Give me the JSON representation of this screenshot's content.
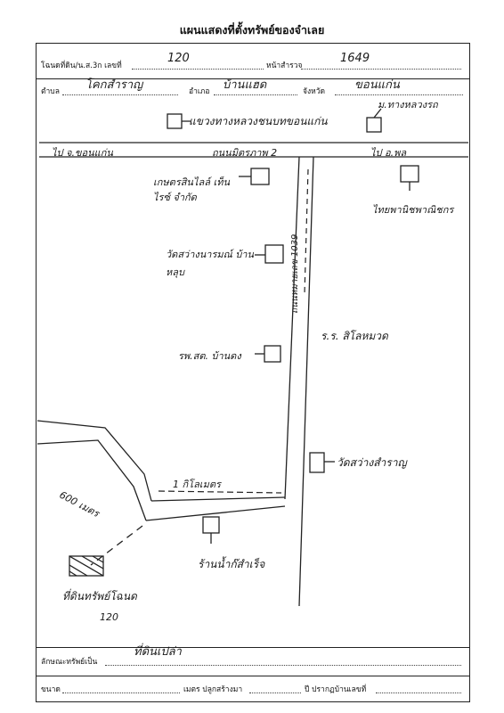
{
  "form": {
    "title": "แผนแสดงที่ตั้งทรัพย์ของจำเลย",
    "deed_label": "โฉนดที่ดิน/น.ส.3ก เลขที่",
    "deed_no": "120",
    "survey_label": "หน้าสำรวจ",
    "survey_no": "1649",
    "subdistrict_label": "ตำบล",
    "subdistrict": "โคกสำราญ",
    "district_label": "อำเภอ",
    "district": "บ้านแฮด",
    "province_label": "จังหวัด",
    "province": "ขอนแก่น",
    "property_type_label": "ลักษณะทรัพย์เป็น",
    "property_type": "ที่ดินเปล่า",
    "size_label": "ขนาด",
    "meters_built_label": "เมตร ปลูกสร้างมา",
    "house_no_label": "ปี ปรากฏบ้านเลขที่"
  },
  "map": {
    "landmark_court": "แขวงทางหลวงชนบทขอนแก่น",
    "landmark_police": "ม.ทางหลวงรถ",
    "road_to_khonkaen": "ไป จ.ขอนแก่น",
    "highway_2": "ถนนมิตรภาพ 2",
    "road_to_phon": "ไป อ.พล",
    "gas_station": "เกษตรสินไลล์ เท็นไรซ์ จำกัด",
    "rice_mill": "ไทยพานิชพาณิชกร",
    "temple_1": "วัดสว่างนารมณ์ บ้านหลุบ",
    "route_1039": "ถนนหมายเลข 1039",
    "school": "ร.ร. สิโลหมวด",
    "hospital": "รพ.สต. บ้านดง",
    "temple_2": "วัดสว่างสำราญ",
    "distance_km": "1 กิโลเมตร",
    "distance_m": "600 เมตร",
    "shop": "ร้านน้ำก๊สำเร็จ",
    "property_label": "ที่ดินทรัพย์โฉนด",
    "property_no": "120"
  }
}
